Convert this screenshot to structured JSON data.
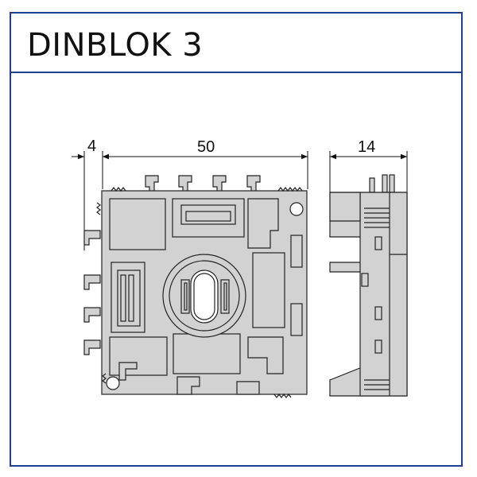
{
  "title": "DINBLOK 3",
  "dimensions": {
    "left_offset": "4",
    "width": "50",
    "depth": "14"
  },
  "colors": {
    "frame": "#1f3f8f",
    "part_fill": "#d2d2d2",
    "outline": "#222222"
  }
}
